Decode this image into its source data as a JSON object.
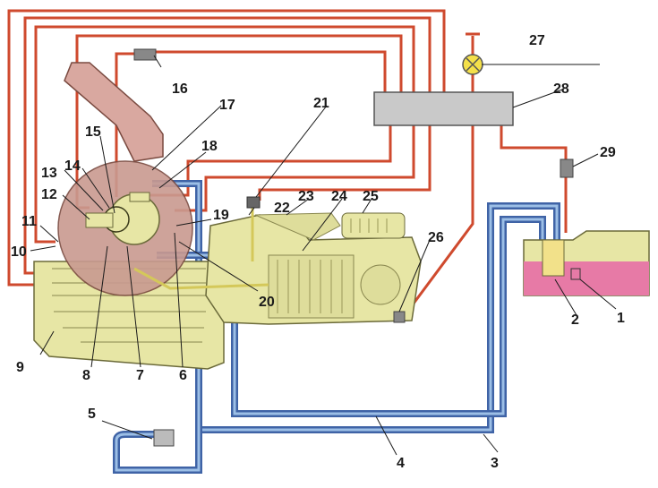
{
  "colors": {
    "red_line": "#cf4a2e",
    "blue_line": "#3f63a6",
    "blue_line_inner": "#9cbfe6",
    "yellow_line": "#d4c85a",
    "engine_fill": "#e7e6a5",
    "air_fill": "#d9a8a0",
    "ecu_fill": "#c9c9c9",
    "tank_fill": "#e77aa6"
  },
  "labels": [
    "1",
    "2",
    "3",
    "4",
    "5",
    "6",
    "7",
    "8",
    "9",
    "10",
    "11",
    "12",
    "13",
    "14",
    "15",
    "16",
    "17",
    "18",
    "19",
    "20",
    "21",
    "22",
    "23",
    "24",
    "25",
    "26",
    "27",
    "28",
    "29"
  ]
}
